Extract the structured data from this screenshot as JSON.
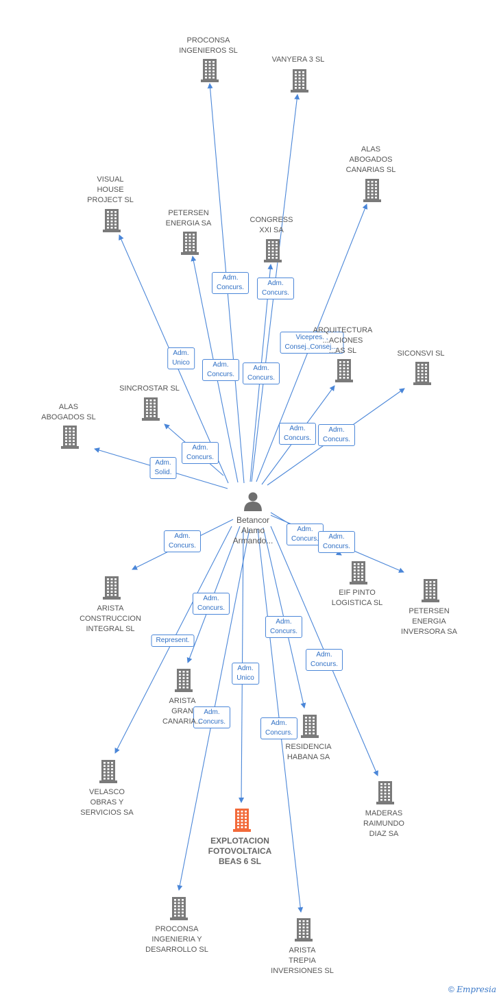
{
  "center": {
    "name": "Betancor\nAlamo\nArmando..."
  },
  "companies": [
    {
      "id": "proconsa-ing",
      "name": "PROCONSA\nINGENIEROS SL"
    },
    {
      "id": "vanyera",
      "name": "VANYERA 3 SL"
    },
    {
      "id": "alas-canarias",
      "name": "ALAS\nABOGADOS\nCANARIAS SL"
    },
    {
      "id": "visual-house",
      "name": "VISUAL\nHOUSE\nPROJECT  SL"
    },
    {
      "id": "petersen-energia",
      "name": "PETERSEN\nENERGIA SA"
    },
    {
      "id": "congress",
      "name": "CONGRESS\nXXI SA"
    },
    {
      "id": "arquitectura",
      "name": "ARQUITECTURA\n...ACIONES\n...AS SL"
    },
    {
      "id": "siconsvi",
      "name": "SICONSVI SL"
    },
    {
      "id": "sincrostar",
      "name": "SINCROSTAR SL"
    },
    {
      "id": "alas-abogados",
      "name": "ALAS\nABOGADOS SL"
    },
    {
      "id": "eif-pinto",
      "name": "EIF PINTO\nLOGISTICA  SL"
    },
    {
      "id": "petersen-inversora",
      "name": "PETERSEN\nENERGIA\nINVERSORA SA"
    },
    {
      "id": "arista-construccion",
      "name": "ARISTA\nCONSTRUCCION\nINTEGRAL SL"
    },
    {
      "id": "arista-gran-canaria",
      "name": "ARISTA\nGRAN\nCANARIA..."
    },
    {
      "id": "residencia-habana",
      "name": "RESIDENCIA\nHABANA SA"
    },
    {
      "id": "velasco",
      "name": "VELASCO\nOBRAS Y\nSERVICIOS SA"
    },
    {
      "id": "explotacion",
      "name": "EXPLOTACION\nFOTOVOLTAICA\nBEAS 6 SL"
    },
    {
      "id": "maderas",
      "name": "MADERAS\nRAIMUNDO\nDIAZ SA"
    },
    {
      "id": "proconsa-des",
      "name": "PROCONSA\nINGENIERIA Y\nDESARROLLO SL"
    },
    {
      "id": "arista-trepia",
      "name": "ARISTA\nTREPIA\nINVERSIONES SL"
    }
  ],
  "edges": [
    {
      "to": "proconsa-ing",
      "label": "Adm.\nConcurs."
    },
    {
      "to": "vanyera",
      "label": "Adm.\nConcurs."
    },
    {
      "to": "alas-canarias",
      "label": "Vicepres. ,\nConsej.,Consej...."
    },
    {
      "to": "visual-house",
      "label": "Adm.\nUnico"
    },
    {
      "to": "petersen-energia",
      "label": "Adm.\nConcurs."
    },
    {
      "to": "congress",
      "label": "Adm.\nConcurs."
    },
    {
      "to": "arquitectura",
      "label": "Adm.\nConcurs."
    },
    {
      "to": "siconsvi",
      "label": "Adm.\nConcurs."
    },
    {
      "to": "sincrostar",
      "label": "Adm.\nConcurs."
    },
    {
      "to": "alas-abogados",
      "label": "Adm.\nSolid."
    },
    {
      "to": "eif-pinto",
      "label": "Adm.\nConcurs."
    },
    {
      "to": "petersen-inversora",
      "label": "Adm.\nConcurs."
    },
    {
      "to": "arista-construccion",
      "label": "Adm.\nConcurs."
    },
    {
      "to": "arista-gran-canaria",
      "label": "Adm.\nConcurs."
    },
    {
      "to": "velasco",
      "label": "Represent."
    },
    {
      "to": "explotacion",
      "label": "Adm.\nUnico"
    },
    {
      "to": "residencia-habana",
      "label": "Adm.\nConcurs."
    },
    {
      "to": "maderas",
      "label": "Adm.\nConcurs."
    },
    {
      "to": "proconsa-des",
      "label": "Adm.\nConcurs."
    },
    {
      "to": "arista-trepia",
      "label": "Adm.\nConcurs."
    }
  ],
  "highlight": "explotacion",
  "colors": {
    "edge": "#4a86d8",
    "building": "#7a7a7a",
    "highlight": "#f26a3a",
    "person": "#6f6f6f"
  },
  "footer": {
    "symbol": "©",
    "brand": "Empresia"
  }
}
